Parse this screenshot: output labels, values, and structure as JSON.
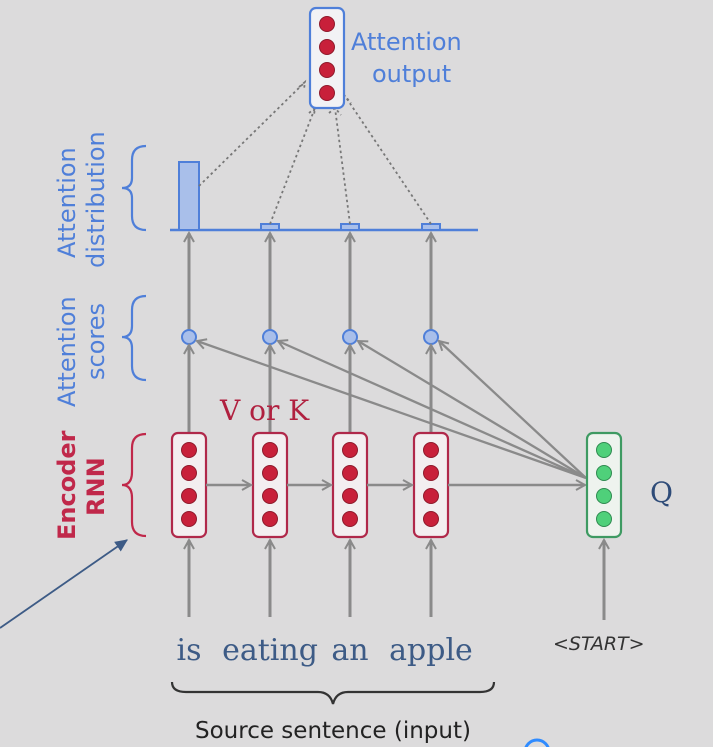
{
  "diagram": {
    "attention_output_label": [
      "Attention",
      "output"
    ],
    "attention_distribution_label": [
      "Attention",
      "distribution"
    ],
    "attention_scores_label": [
      "Attention",
      "scores"
    ],
    "encoder_label": [
      "Encoder",
      "RNN"
    ],
    "vk_label": "V or K",
    "q_label": "Q",
    "start_token": "<START>",
    "source_words": [
      "is",
      "eating",
      "an",
      "apple"
    ],
    "source_caption": "Source sentence (input)",
    "attention_weights": [
      0.85,
      0.05,
      0.05,
      0.05
    ],
    "colors": {
      "background": "#dcdbdc",
      "blue": "#4f7fd9",
      "blue_fill": "#a9bfea",
      "red": "#b0284a",
      "red_dot": "#c8203a",
      "green": "#3e9a62",
      "green_dot": "#4fd07a",
      "gray": "#8a8a8a",
      "word": "#3d5b86",
      "dark": "#333333"
    }
  }
}
